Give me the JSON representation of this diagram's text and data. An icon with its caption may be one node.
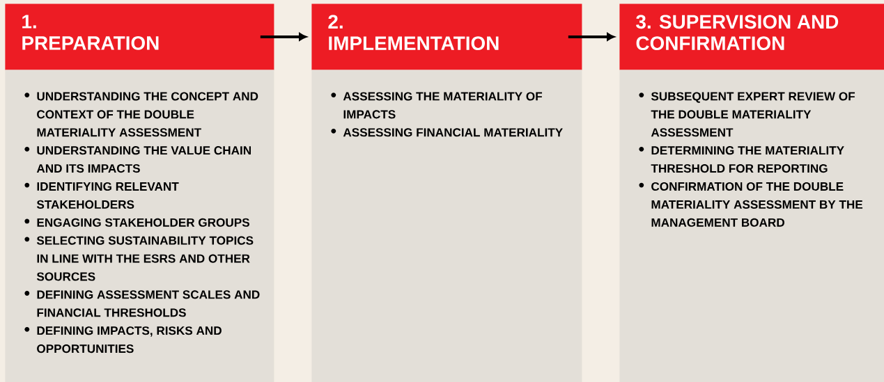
{
  "diagram": {
    "nodes": [
      {
        "text": [
          "1. PREPARATION"
        ]
      },
      {
        "text": [
          "2. IMPLEMENTATION"
        ]
      },
      {
        "text": [
          "3. SUPERVISION AND CONFIRMATION"
        ]
      },
      {
        "text": [
          "UNDERSTANDING THE CONCEPT AND CONTEXT OF THE DOUBLE MATERIALITY ASSESSMENT",
          "UNDERSTANDING THE VALUE CHAIN AND ITS IMPACTS",
          "IDENTIFYING RELEVANT STAKEHOLDERS",
          "ENGAGING STAKEHOLDER GROUPS",
          "SELECTING SUSTAINABILITY TOPICS IN LINE WITH THE ESRS AND OTHER SOURCES",
          "DEFINING ASSESSMENT SCALES AND FINANCIAL THRESHOLDS",
          "DEFINING IMPACTS, RISKS AND OPPORTUNITIES"
        ]
      },
      {
        "text": [
          "ASSESSING THE MATERIALITY OF IMPACTS",
          "ASSESSING FINANCIAL MATERIALITY"
        ]
      },
      {
        "text": [
          "SUBSEQUENT EXPERT REVIEW OF THE DOUBLE MATERIALITY ASSESSMENT",
          "DETERMINING THE MATERIALITY THRESHOLD FOR REPORTING",
          "CONFIRMATION OF THE DOUBLE MATERIALITY ASSESSMENT BY THE MANAGEMENT BOARD"
        ]
      }
    ],
    "edges": [
      {
        "from": 0,
        "to": 1,
        "arrow": "to"
      },
      {
        "from": 1,
        "to": 2,
        "arrow": "to"
      }
    ]
  }
}
